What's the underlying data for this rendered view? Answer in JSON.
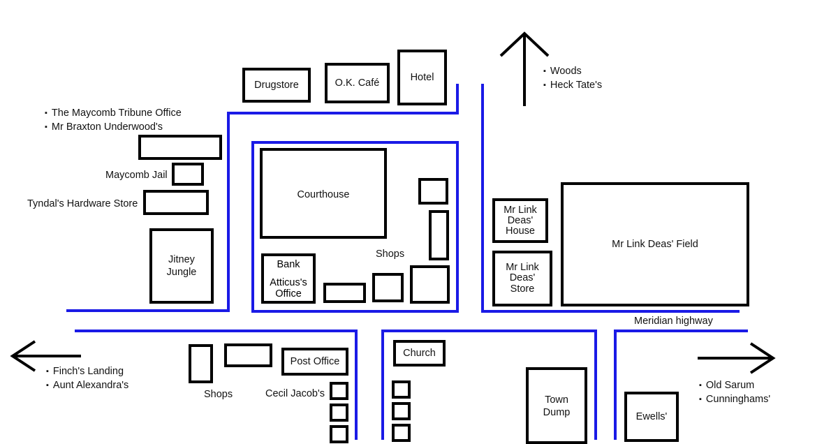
{
  "map": {
    "buildings": {
      "drugstore": "Drugstore",
      "ok_cafe": "O.K. Café",
      "hotel": "Hotel",
      "courthouse": "Courthouse",
      "shops_center": "Shops",
      "bank": "Bank",
      "atticus_office": "Atticus's Office",
      "jitney_jungle": "Jitney Jungle",
      "link_deas_house": "Mr Link Deas' House",
      "link_deas_store": "Mr Link Deas' Store",
      "link_deas_field": "Mr Link Deas' Field",
      "church": "Church",
      "town_dump": "Town Dump",
      "ewells": "Ewells'",
      "post_office": "Post Office",
      "shops_south": "Shops",
      "cecil_jacobs": "Cecil Jacob's"
    },
    "labels": {
      "maycomb_jail": "Maycomb Jail",
      "hardware_store": "Tyndal's Hardware Store",
      "meridian_highway": "Meridian highway"
    },
    "north_list": [
      "Woods",
      "Heck Tate's"
    ],
    "west_list": [
      "Finch's Landing",
      "Aunt Alexandra's"
    ],
    "east_list": [
      "Old Sarum",
      "Cunninghams'"
    ],
    "northwest_list": [
      "The Maycomb Tribune Office",
      "Mr Braxton Underwood's"
    ],
    "colors": {
      "road": "#1a1ae6",
      "building": "#000000"
    }
  }
}
